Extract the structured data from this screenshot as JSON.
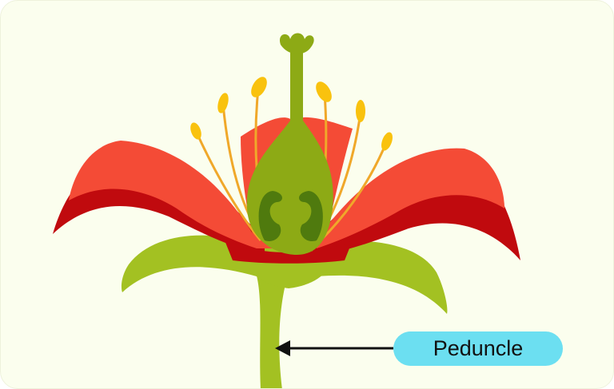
{
  "diagram": {
    "subject": "flower",
    "labels": [
      {
        "text": "Peduncle",
        "target": "stem"
      }
    ],
    "colors": {
      "background": "#FBFEEE",
      "petal": "#F44B36",
      "petal_dark": "#C00A0E",
      "stem": "#A3C122",
      "ovary": "#8DAA15",
      "locule": "#4F7A0E",
      "filament": "#F0A82A",
      "anther": "#F9C20E",
      "label_bg": "#6CDFF1"
    }
  }
}
